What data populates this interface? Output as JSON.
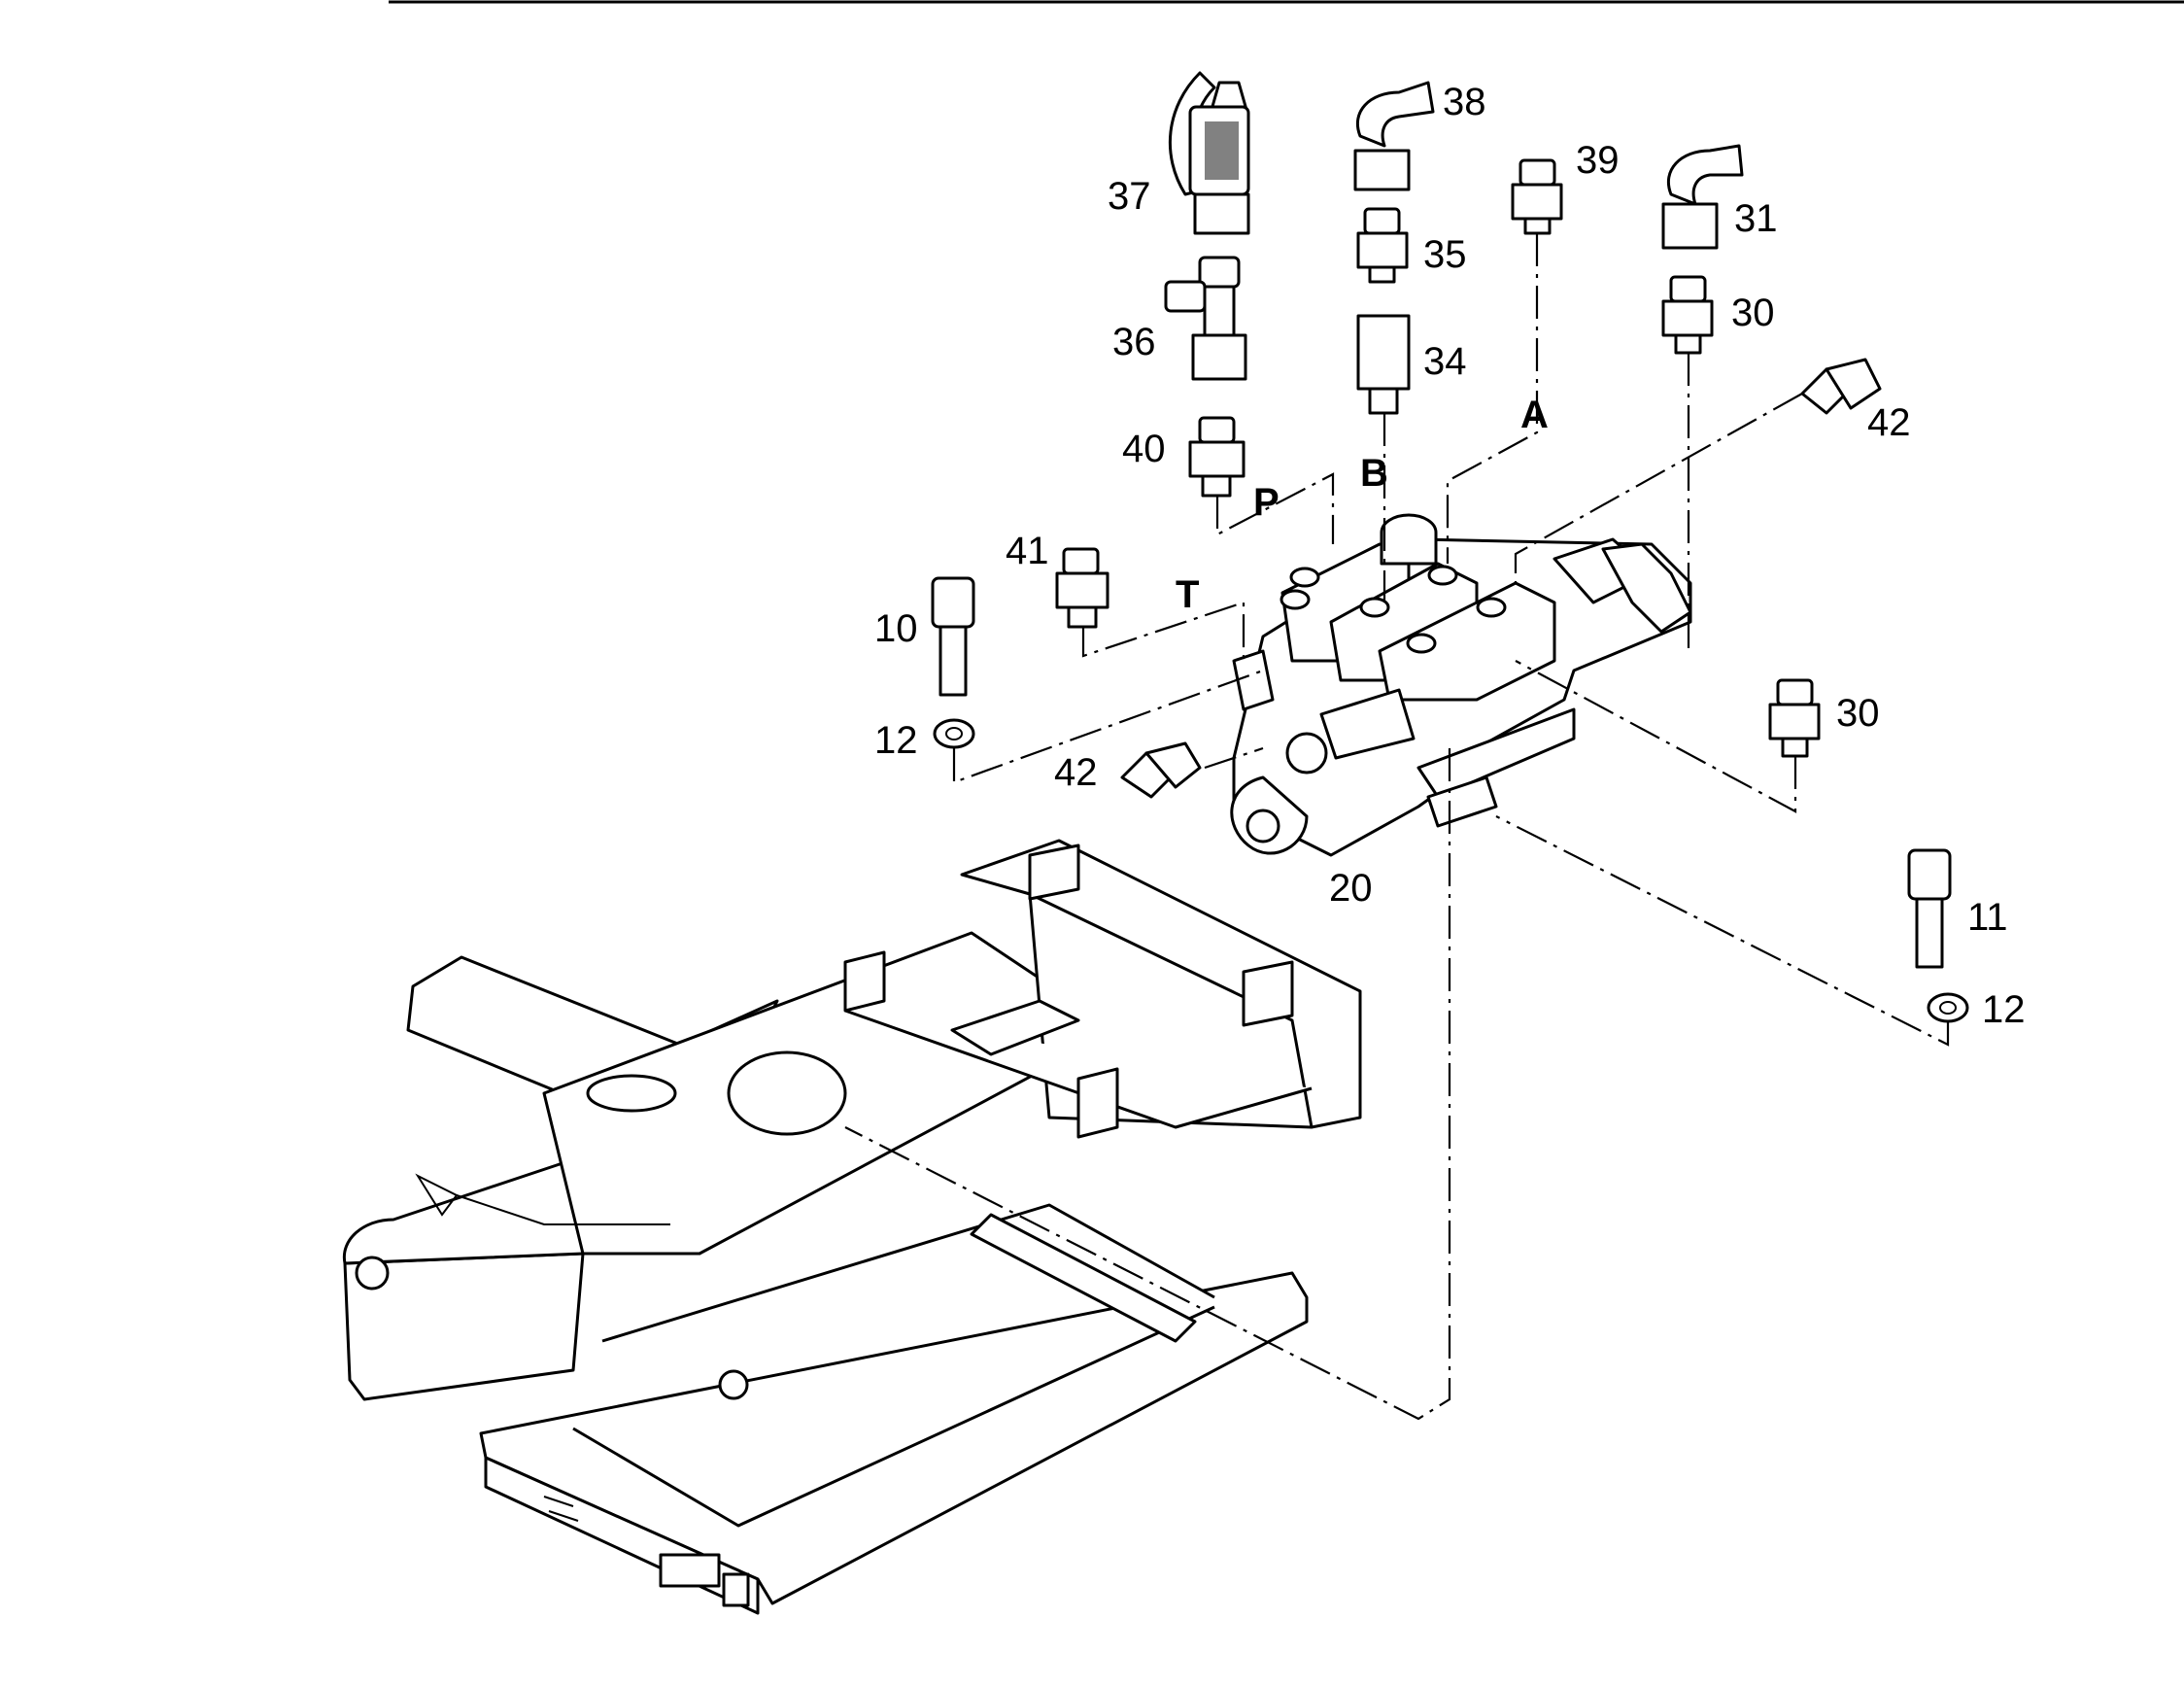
{
  "diagram": {
    "callouts": {
      "c37": "37",
      "c38": "38",
      "c39": "39",
      "c31": "31",
      "c35": "35",
      "c30a": "30",
      "c36": "36",
      "c34": "34",
      "c42a": "42",
      "c40": "40",
      "c41": "41",
      "c10": "10",
      "c12a": "12",
      "c42b": "42",
      "c30b": "30",
      "c20": "20",
      "c11": "11",
      "c12b": "12"
    },
    "ports": {
      "A": "A",
      "B": "B",
      "P": "P",
      "T": "T"
    }
  }
}
